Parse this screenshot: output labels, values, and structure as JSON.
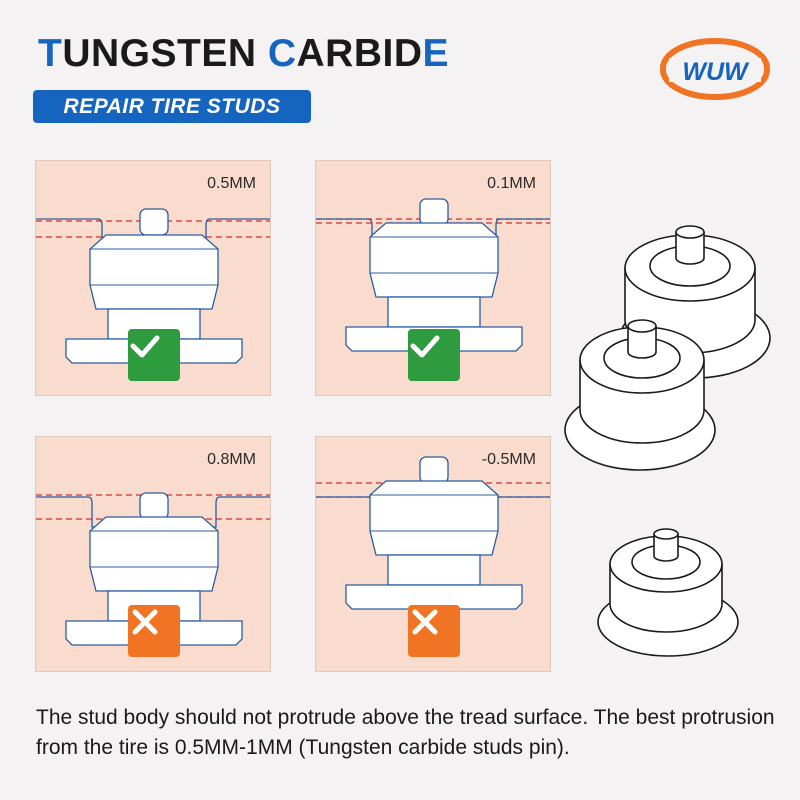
{
  "header": {
    "title_t": "T",
    "title_mid1": "UNGSTEN ",
    "title_c": "C",
    "title_mid2": "ARBID",
    "title_e": "E",
    "subtitle": "REPAIR TIRE STUDS",
    "logo_text": "WUW"
  },
  "panels": [
    {
      "label": "0.5MM",
      "status": "ok"
    },
    {
      "label": "0.1MM",
      "status": "ok"
    },
    {
      "label": "0.8MM",
      "status": "bad"
    },
    {
      "label": "-0.5MM",
      "status": "bad"
    }
  ],
  "caption": "The stud body should not protrude above the tread surface. The best protrusion from the tire is 0.5MM-1MM (Tungsten carbide studs pin).",
  "colors": {
    "brand_blue": "#1565c0",
    "ok_green": "#2e9b3e",
    "bad_orange": "#f07423",
    "panel_bg": "#f9dccd",
    "logo_orange": "#f07423",
    "dashed_red": "#d32f2f"
  },
  "icons": {
    "ok": "check-icon",
    "bad": "cross-icon"
  }
}
